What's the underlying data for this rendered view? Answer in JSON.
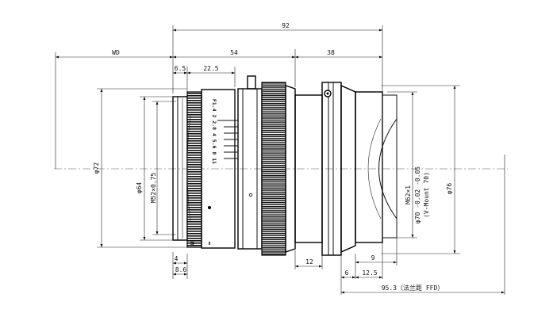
{
  "dimensions": {
    "overall_length": "92",
    "working_distance": "WD",
    "body_length": "54",
    "mount_section": "38",
    "front_step": "6.5",
    "focus_ring": "22.5",
    "diameter_72": "φ72",
    "diameter_64": "φ64",
    "filter_thread": "M52×0.75",
    "front_lip": "4",
    "front_depth": "8.6",
    "mount_step": "12",
    "rear_depth": "9",
    "flange_6": "6",
    "flange_12_5": "12.5",
    "ffd": "95.3（法兰距 FFD）",
    "mount_thread": "M62×1",
    "mount_diameter": "φ70 -0.02 -0.05",
    "mount_name": "(V-Mount 70)",
    "diameter_76": "φ76"
  },
  "lens_markings": {
    "aperture_scale": "F1.4 2 2.8 4 5.6 8 11",
    "infinity": "∞",
    "index": "M"
  }
}
